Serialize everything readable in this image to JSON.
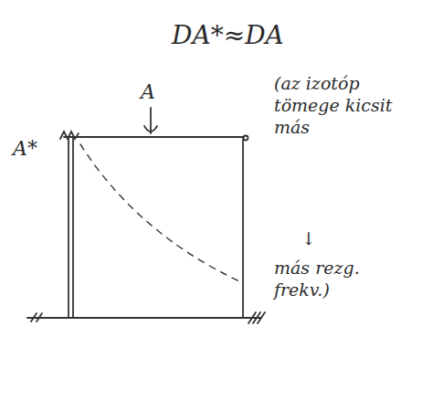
{
  "diagram": {
    "title": "DA*≈DA",
    "labels": [
      "A",
      "A*",
      "(az izotóp tömege kicsit más",
      "↓",
      "más rezg. frekv.)"
    ]
  }
}
